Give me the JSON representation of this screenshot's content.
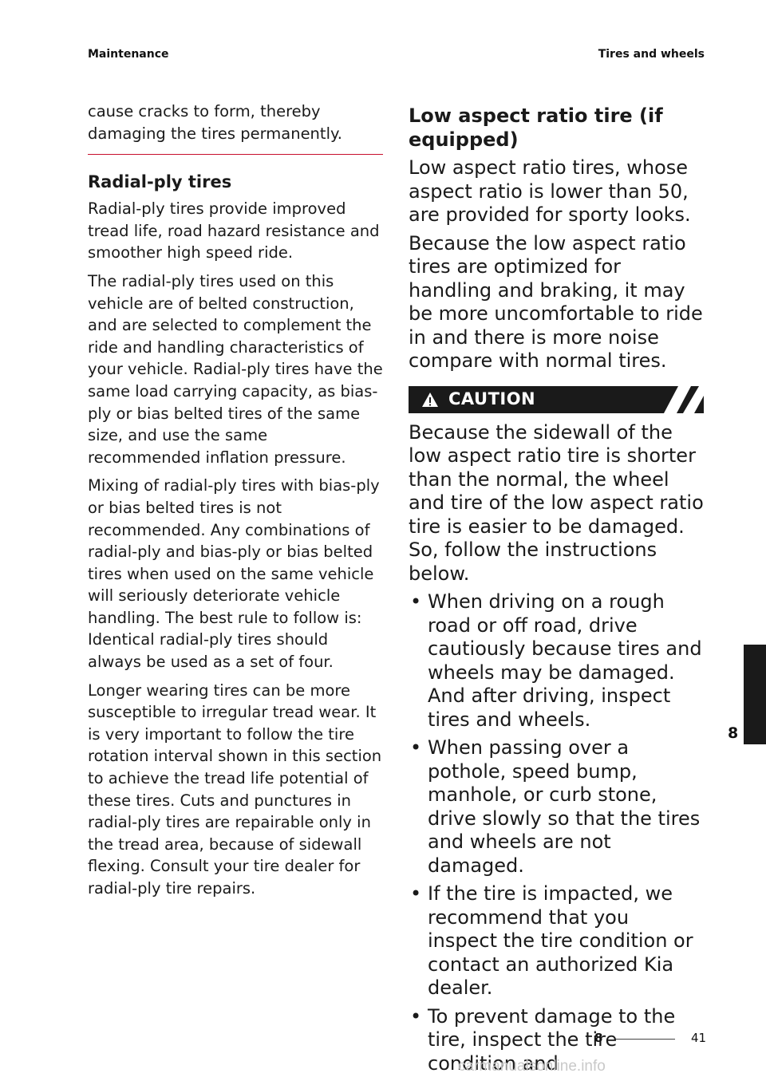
{
  "header": {
    "section": "Maintenance",
    "topic": "Tires and wheels"
  },
  "left_column": {
    "intro": "cause cracks to form, thereby damaging the tires permanently.",
    "heading": "Radial-ply tires",
    "paragraphs": [
      "Radial-ply tires provide improved tread life, road hazard resistance and smoother high speed ride.",
      "The radial-ply tires used on this vehicle are of belted construction, and are selected to complement the ride and handling characteristics of your vehicle. Radial-ply tires have the same load carrying capacity, as bias-ply or bias belted tires of the same size, and use the same recommended inflation pressure.",
      "Mixing of radial-ply tires with bias-ply or bias belted tires is not recommended. Any combinations of radial-ply and bias-ply or bias belted tires when used on the same vehicle will seriously deteriorate vehicle handling. The best rule to follow is: Identical radial-ply tires should always be used as a set of four.",
      "Longer wearing tires can be more susceptible to irregular tread wear. It is very important to follow the tire rotation interval shown in this section to achieve the tread life potential of these tires. Cuts and punctures in radial-ply tires are repairable only in the tread area, because of sidewall flexing. Consult your tire dealer for radial-ply tire repairs."
    ]
  },
  "right_column": {
    "heading": "Low aspect ratio tire (if equipped)",
    "paragraphs": [
      "Low aspect ratio tires, whose aspect ratio is lower than 50, are provided for sporty looks.",
      "Because the low aspect ratio tires are optimized for handling and braking, it may be more uncomfortable to ride in and there is more noise compare with normal tires."
    ],
    "caution": {
      "label": "CAUTION",
      "icon": "warning-triangle-icon",
      "intro": "Because the sidewall of the low aspect ratio tire is shorter than the normal, the wheel and tire of the low aspect ratio tire is easier to be damaged. So, follow the instructions below.",
      "bullets": [
        "When driving on a rough road or off road, drive cautiously because tires and wheels may be damaged. And after driving, inspect tires and wheels.",
        "When passing over a pothole, speed bump, manhole, or curb stone, drive slowly so that the tires and wheels are not damaged.",
        "If the tire is impacted, we recommend that you inspect the tire condition or contact an authorized Kia dealer.",
        "To prevent damage to the tire, inspect the tire condition and"
      ]
    }
  },
  "chapter_tab": "8",
  "footer": {
    "chapter": "8",
    "page": "41"
  },
  "watermark": "carmanualsonline.info",
  "colors": {
    "rule": "#c8102e",
    "caution_bar": "#1a1a1a",
    "tab": "#1a1a1a"
  }
}
